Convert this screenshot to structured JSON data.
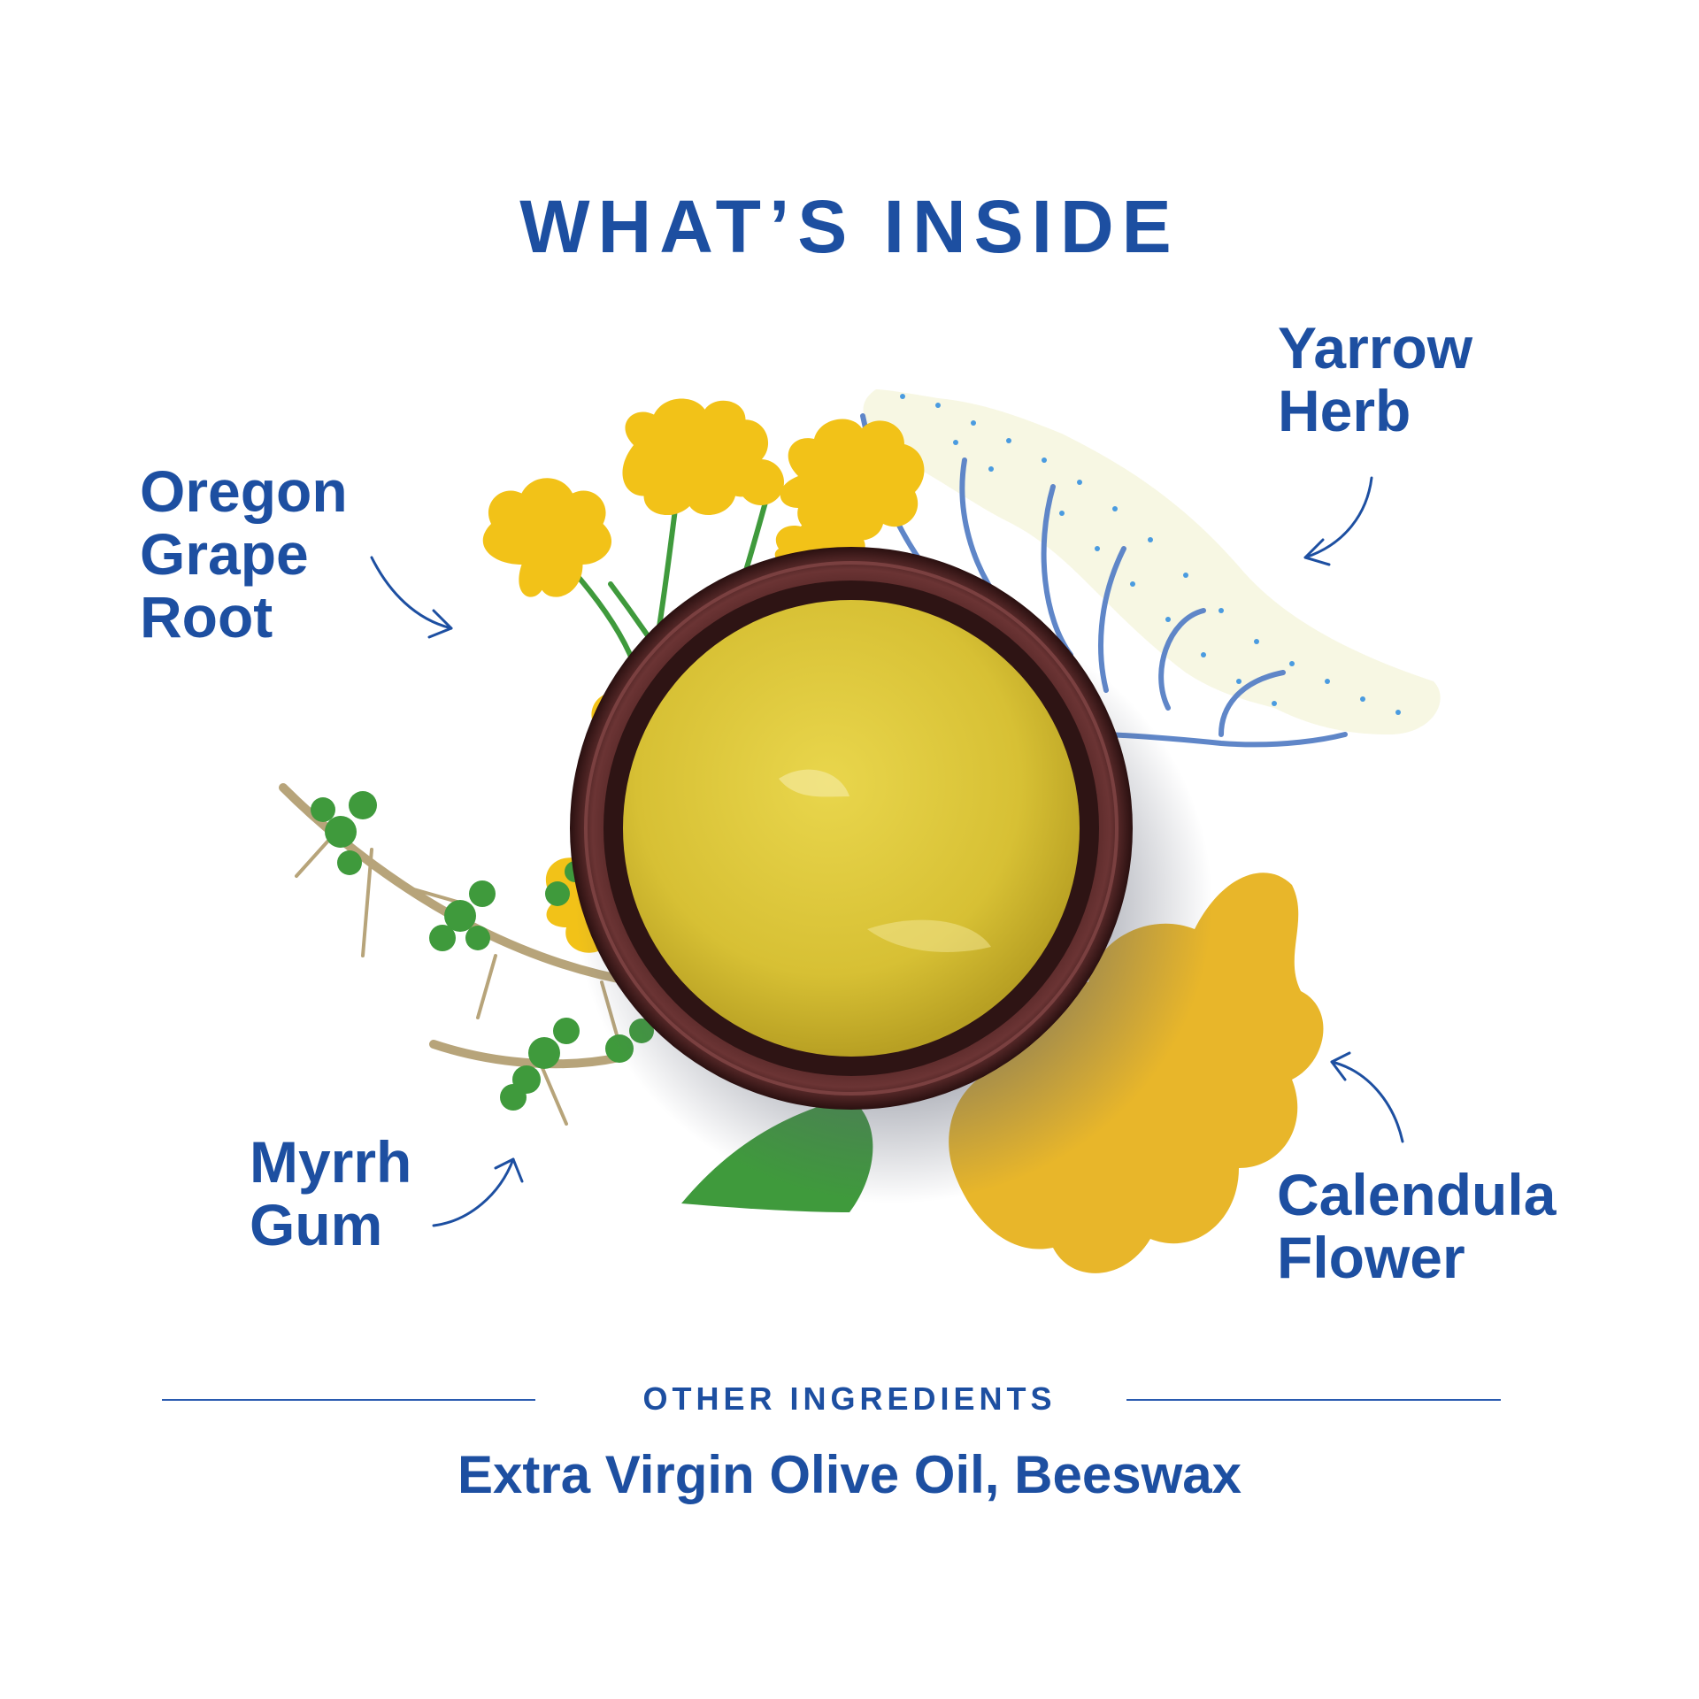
{
  "title": "WHAT’S INSIDE",
  "ingredients": {
    "oregon": {
      "lines": [
        "Oregon",
        "Grape",
        "Root"
      ]
    },
    "yarrow": {
      "lines": [
        "Yarrow",
        "Herb"
      ]
    },
    "myrrh": {
      "lines": [
        "Myrrh",
        "Gum"
      ]
    },
    "calendula": {
      "lines": [
        "Calendula",
        "Flower"
      ]
    }
  },
  "other": {
    "heading": "OTHER INGREDIENTS",
    "list": "Extra Virgin Olive Oil, Beeswax"
  },
  "colors": {
    "text": "#1d4fa1",
    "yellow": "#f2c218",
    "gold": "#e8b62a",
    "green": "#3f9a3c",
    "stem": "#b7a47a",
    "blue_line": "#5f86c8",
    "cream": "#f7f7e3",
    "jar": "#3e1c1c",
    "balm": "#d8c23a"
  }
}
